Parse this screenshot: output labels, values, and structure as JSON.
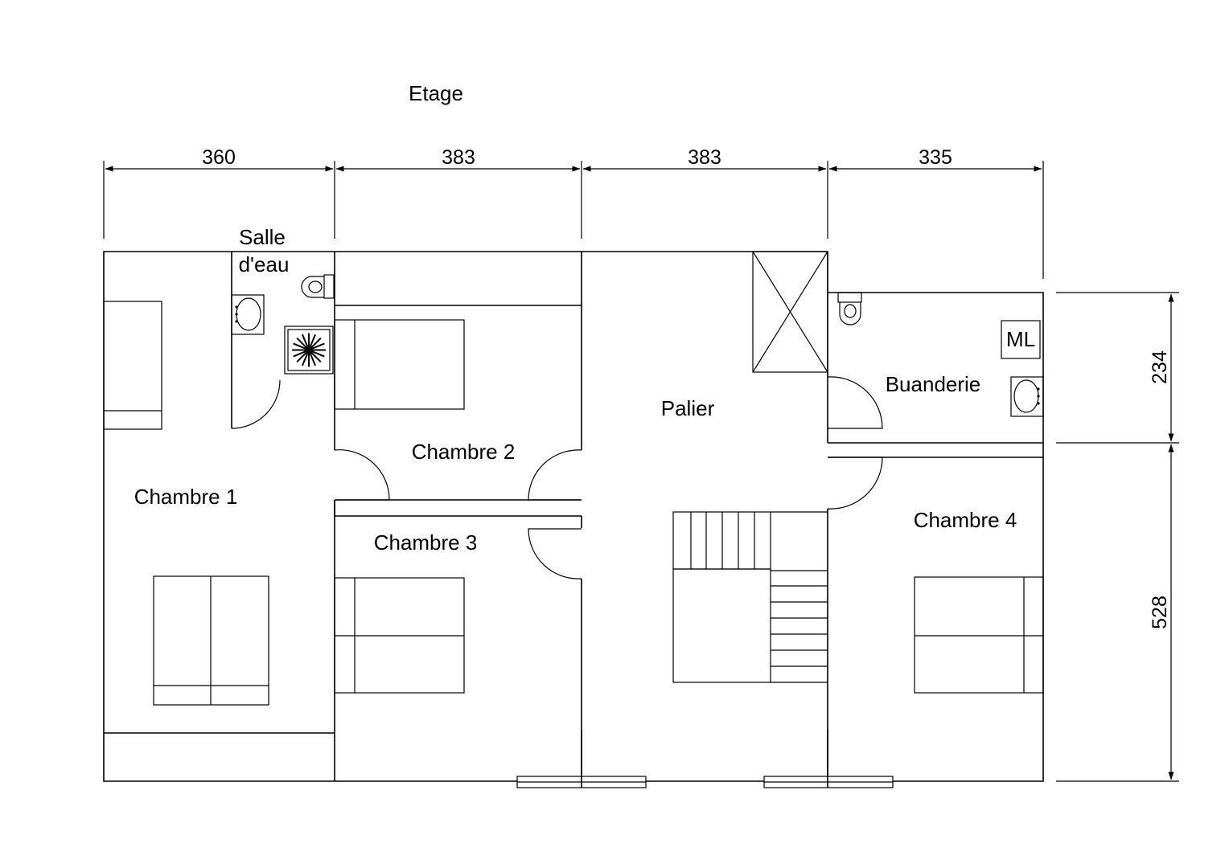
{
  "plan": {
    "title": "Etage",
    "rooms": {
      "salle_deau_line1": "Salle",
      "salle_deau_line2": "d'eau",
      "chambre1": "Chambre 1",
      "chambre2": "Chambre 2",
      "chambre3": "Chambre 3",
      "chambre4": "Chambre 4",
      "palier": "Palier",
      "buanderie": "Buanderie"
    },
    "appliances": {
      "washing_machine": "ML"
    },
    "dimensions": {
      "horizontal": [
        "360",
        "383",
        "383",
        "335"
      ],
      "vertical": [
        "234",
        "528"
      ]
    }
  }
}
